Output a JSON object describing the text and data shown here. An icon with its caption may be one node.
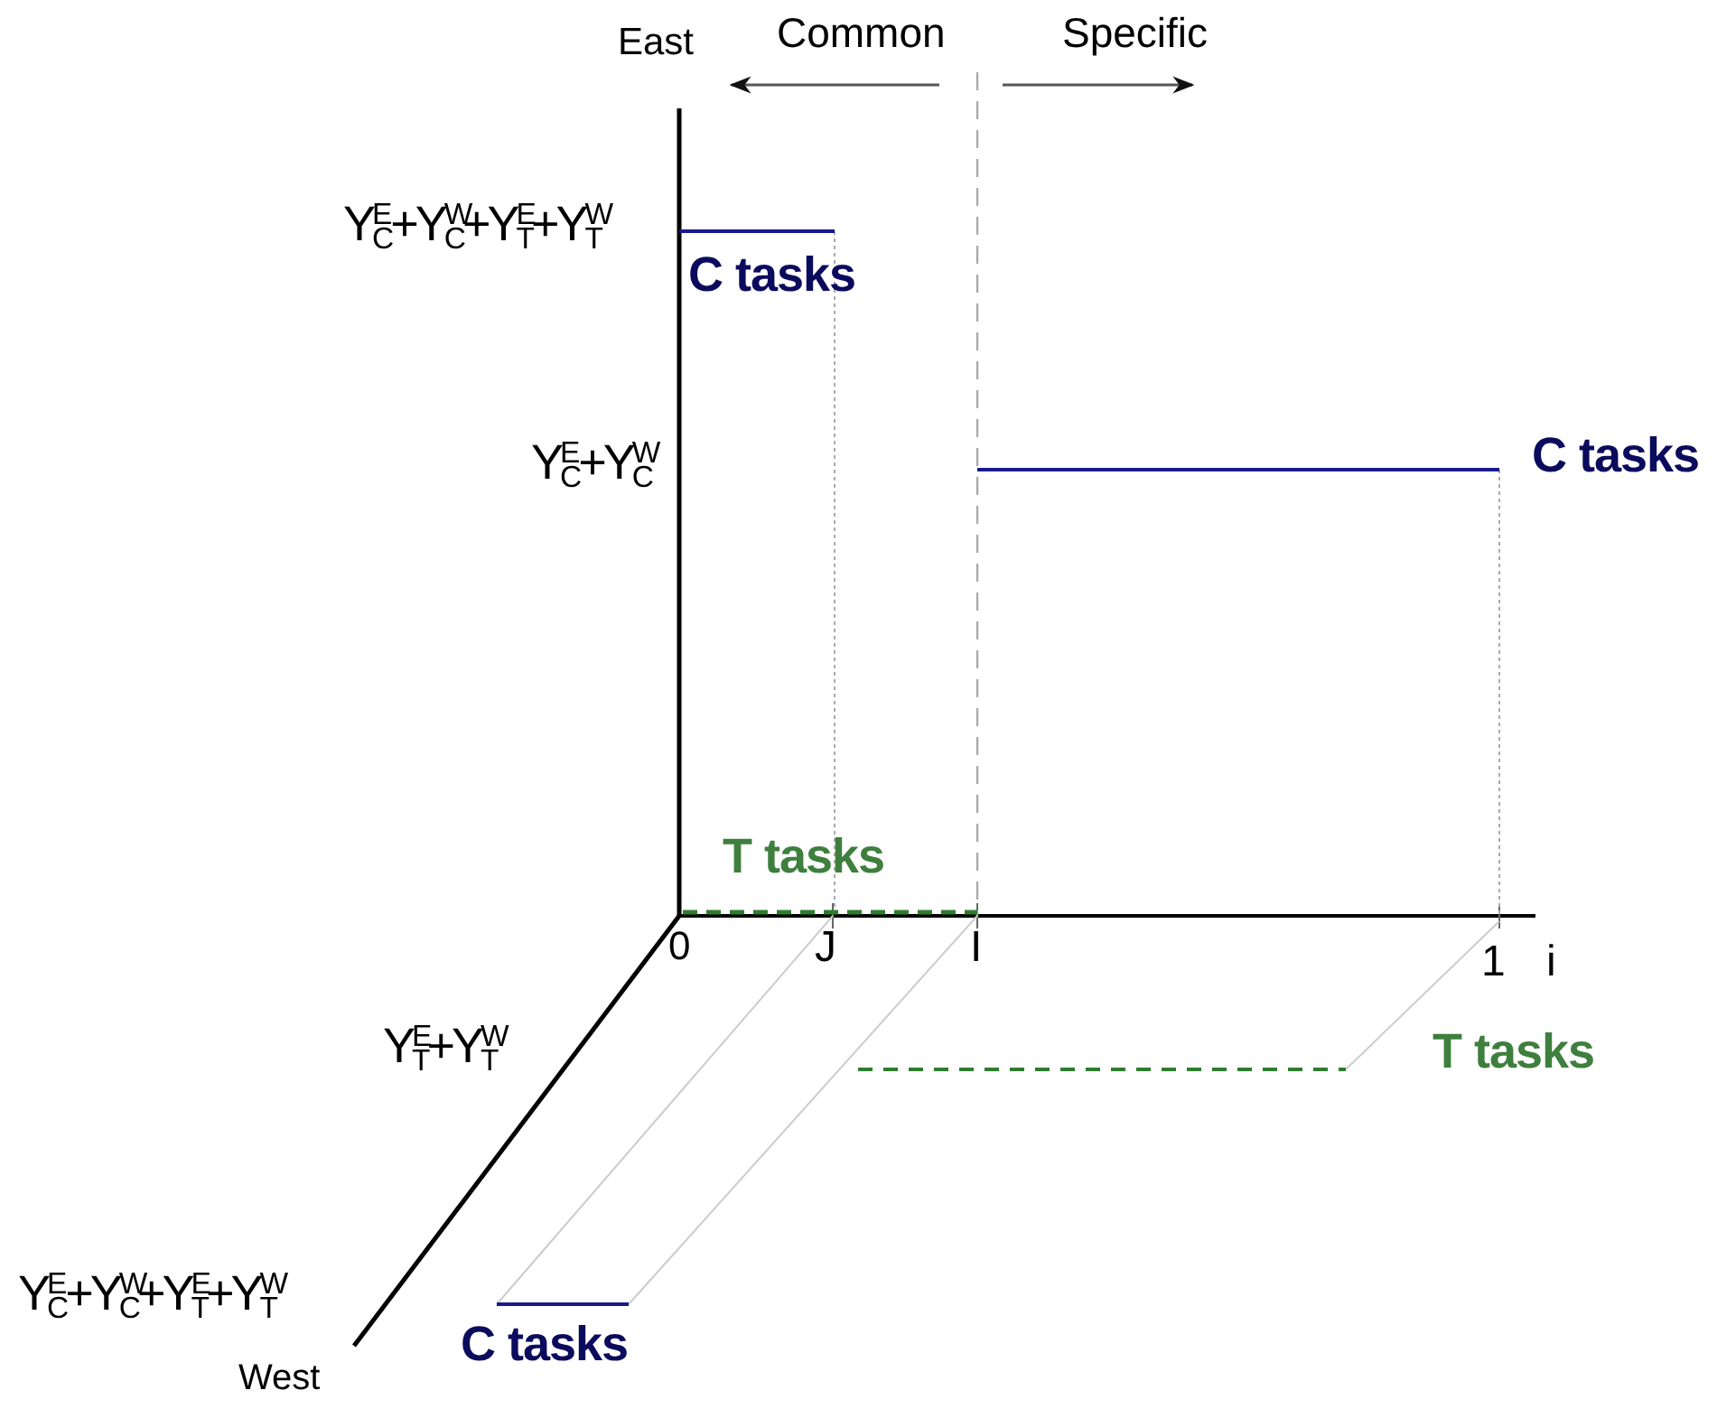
{
  "diagram": {
    "labels": [
      "East",
      "Common",
      "Specific",
      "Y$^{E}$$_{C}$+Y$^{W}$$_{C}$+Y$^{E}$$_{T}$+Y$^{W}$$_{T}$",
      "C tasks",
      "Y$^{E}$$_{C}$+Y$^{W}$$_{C}$",
      "C tasks",
      "T tasks",
      "0",
      "J",
      "I",
      "1",
      "i",
      "Y$^{E}$$_{T}$+Y$^{W}$$_{T}$",
      "T tasks",
      "Y$^{E}$$_{C}$+Y$^{W}$$_{C}$+Y$^{E}$$_{T}$+Y$^{W}$$_{T}$",
      "C tasks",
      "West"
    ]
  }
}
